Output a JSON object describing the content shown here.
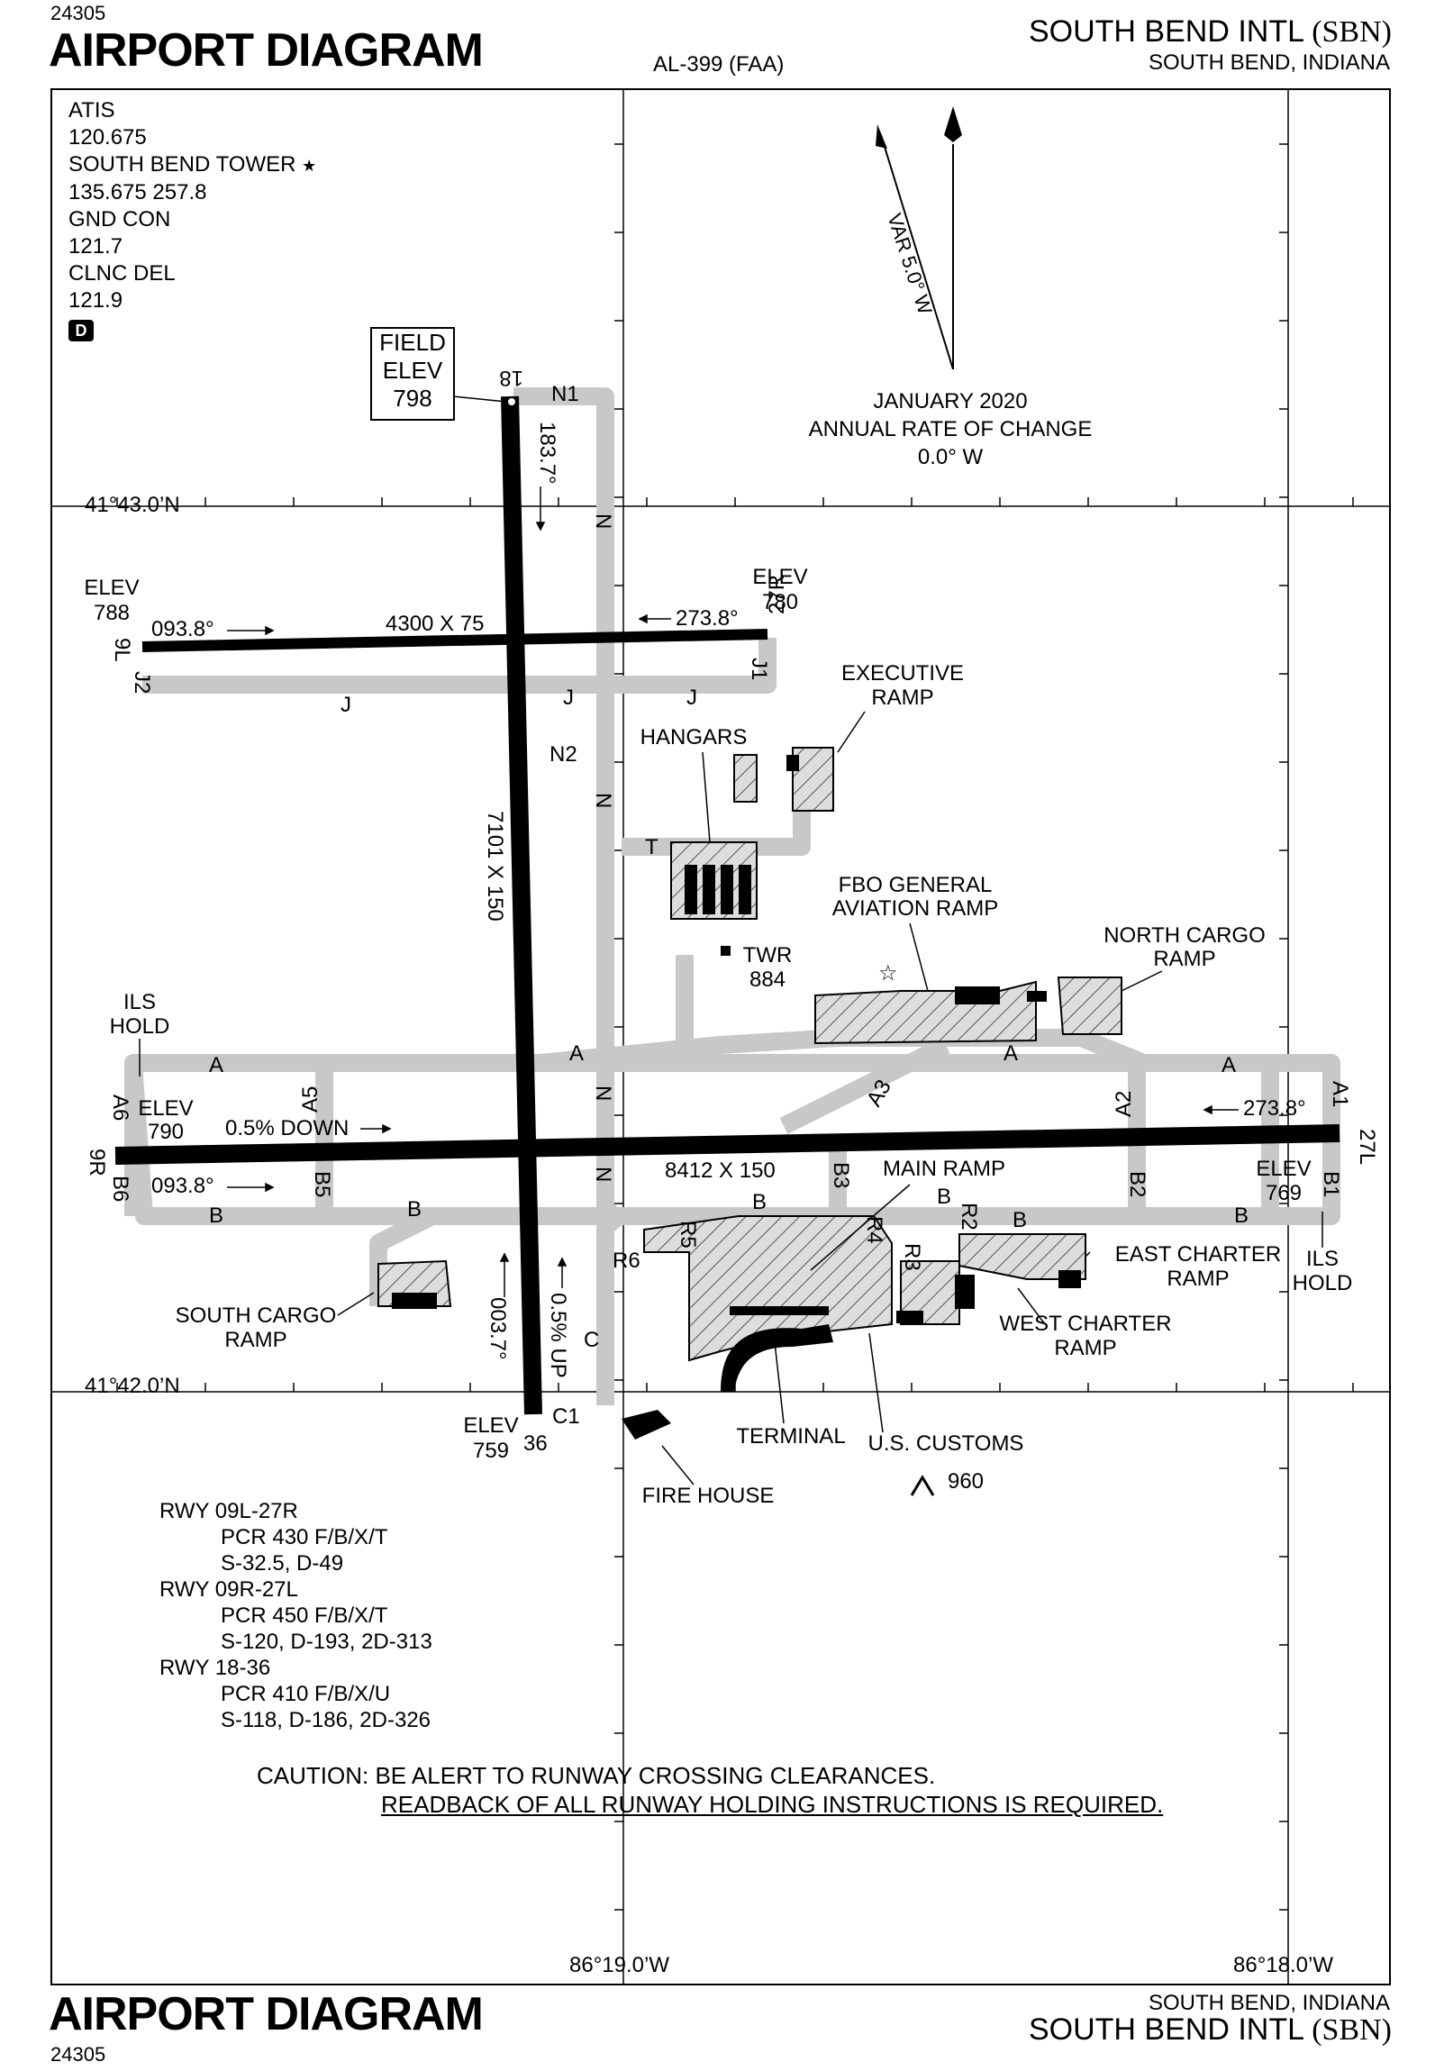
{
  "header": {
    "cycle": "24305",
    "title": "AIRPORT DIAGRAM",
    "doc_id": "AL-399 (FAA)",
    "airport_name": "SOUTH BEND INTL",
    "airport_id": "(SBN)",
    "city_state": "SOUTH BEND, INDIANA"
  },
  "footer": {
    "title": "AIRPORT DIAGRAM",
    "cycle": "24305",
    "city_state": "SOUTH BEND, INDIANA",
    "airport_name": "SOUTH BEND INTL",
    "airport_id": "(SBN)"
  },
  "frequencies": {
    "atis_label": "ATIS",
    "atis_freq": "120.675",
    "tower_label": "SOUTH BEND TOWER",
    "tower_star": "★",
    "tower_freq": "135.675  257.8",
    "gnd_label": "GND CON",
    "gnd_freq": "121.7",
    "clnc_label": "CLNC DEL",
    "clnc_freq": "121.9",
    "airspace_badge": "D"
  },
  "field_elev": {
    "line1": "FIELD",
    "line2": "ELEV",
    "value": "798"
  },
  "magnetic": {
    "var_label": "VAR 5.0° W",
    "date": "JANUARY 2020",
    "rate_label": "ANNUAL RATE OF CHANGE",
    "rate_value": "0.0° W"
  },
  "coordinates": {
    "lat_north": "41°43.0’N",
    "lat_south": "41°42.0’N",
    "lon_west": "86°19.0’W",
    "lon_east": "86°18.0’W"
  },
  "runways": {
    "r18": "18",
    "r36": "36",
    "r9L": "9L",
    "r27R": "27R",
    "r9R": "9R",
    "r27L": "27L",
    "hdg_183": "183.7°",
    "hdg_003": "003.7°",
    "hdg_093_top": "093.8°",
    "hdg_273_top": "273.8°",
    "hdg_093_bot": "093.8°",
    "hdg_273_bot": "273.8°",
    "dim_18_36": "7101 X 150",
    "dim_9L_27R": "4300 X 75",
    "dim_9R_27L": "8412 X 150",
    "grad_down": "0.5% DOWN",
    "grad_up": "0.5% UP",
    "elev_label": "ELEV",
    "elev_9L": "788",
    "elev_27R": "780",
    "elev_9R": "790",
    "elev_27L": "769",
    "elev_36": "759"
  },
  "taxiways": {
    "N1": "N1",
    "N2": "N2",
    "N": "N",
    "J": "J",
    "J1": "J1",
    "J2": "J2",
    "A": "A",
    "A1": "A1",
    "A2": "A2",
    "A3": "A3",
    "A5": "A5",
    "A6": "A6",
    "B": "B",
    "B1": "B1",
    "B2": "B2",
    "B3": "B3",
    "B5": "B5",
    "B6": "B6",
    "C": "C",
    "C1": "C1",
    "R2": "R2",
    "R3": "R3",
    "R4": "R4",
    "R5": "R5",
    "R6": "R6",
    "T": "T"
  },
  "areas": {
    "executive_ramp_1": "EXECUTIVE",
    "executive_ramp_2": "RAMP",
    "hangars": "HANGARS",
    "fbo_1": "FBO GENERAL",
    "fbo_2": "AVIATION RAMP",
    "north_cargo_1": "NORTH CARGO",
    "north_cargo_2": "RAMP",
    "twr_label": "TWR",
    "twr_elev": "884",
    "ils_hold_1": "ILS",
    "ils_hold_2": "HOLD",
    "main_ramp": "MAIN RAMP",
    "east_charter_1": "EAST CHARTER",
    "east_charter_2": "RAMP",
    "west_charter_1": "WEST CHARTER",
    "west_charter_2": "RAMP",
    "south_cargo_1": "SOUTH CARGO",
    "south_cargo_2": "RAMP",
    "terminal": "TERMINAL",
    "customs": "U.S. CUSTOMS",
    "fire_house": "FIRE HOUSE",
    "obstacle_elev": "960"
  },
  "pavement": {
    "rwy1": "RWY 09L-27R",
    "rwy1_pcr": "PCR 430 F/B/X/T",
    "rwy1_wt": "S-32.5, D-49",
    "rwy2": "RWY 09R-27L",
    "rwy2_pcr": "PCR 450 F/B/X/T",
    "rwy2_wt": "S-120, D-193, 2D-313",
    "rwy3": "RWY 18-36",
    "rwy3_pcr": "PCR 410 F/B/X/U",
    "rwy3_wt": "S-118, D-186, 2D-326"
  },
  "caution": {
    "line1": "CAUTION:  BE ALERT TO RUNWAY CROSSING CLEARANCES.",
    "line2": "READBACK OF ALL RUNWAY HOLDING INSTRUCTIONS IS REQUIRED."
  }
}
